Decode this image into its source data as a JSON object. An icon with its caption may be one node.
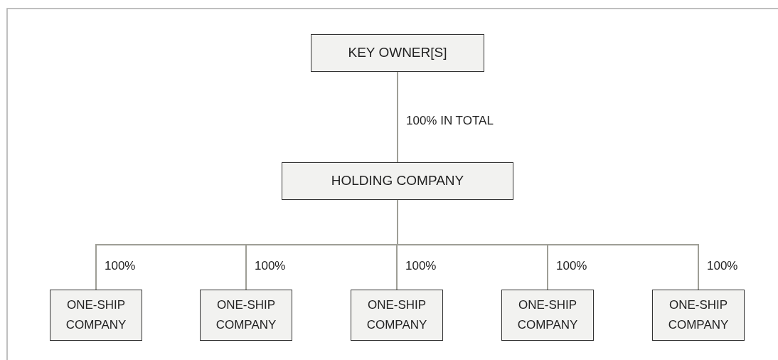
{
  "diagram": {
    "nodes": [
      {
        "text": [
          "KEY OWNER[S]"
        ]
      },
      {
        "text": [
          "HOLDING COMPANY"
        ]
      },
      {
        "text": [
          "ONE-SHIP COMPANY"
        ]
      },
      {
        "text": [
          "ONE-SHIP COMPANY"
        ]
      },
      {
        "text": [
          "ONE-SHIP COMPANY"
        ]
      },
      {
        "text": [
          "ONE-SHIP COMPANY"
        ]
      },
      {
        "text": [
          "ONE-SHIP COMPANY"
        ]
      }
    ],
    "edges": [
      {
        "from": 0,
        "to": 1,
        "arrow": "none",
        "label": "100% IN TOTAL"
      },
      {
        "from": 1,
        "to": 2,
        "arrow": "none",
        "label": "100%"
      },
      {
        "from": 1,
        "to": 3,
        "arrow": "none",
        "label": "100%"
      },
      {
        "from": 1,
        "to": 4,
        "arrow": "none",
        "label": "100%"
      },
      {
        "from": 1,
        "to": 5,
        "arrow": "none",
        "label": "100%"
      },
      {
        "from": 1,
        "to": 6,
        "arrow": "none",
        "label": "100%"
      }
    ]
  }
}
